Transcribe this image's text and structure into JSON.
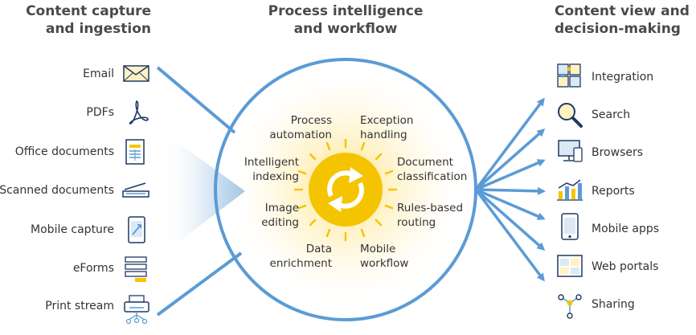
{
  "headers": {
    "left": [
      "Content capture",
      "and ingestion"
    ],
    "center": [
      "Process intelligence",
      "and workflow"
    ],
    "right": [
      "Content view and",
      "decision-making"
    ]
  },
  "inputs": [
    {
      "label": "Email",
      "icon": "envelope-icon"
    },
    {
      "label": "PDFs",
      "icon": "pdf-icon"
    },
    {
      "label": "Office documents",
      "icon": "document-icon"
    },
    {
      "label": "Scanned documents",
      "icon": "scanner-icon"
    },
    {
      "label": "Mobile capture",
      "icon": "mobile-capture-icon"
    },
    {
      "label": "eForms",
      "icon": "eform-icon"
    },
    {
      "label": "Print stream",
      "icon": "printer-icon"
    }
  ],
  "processes": [
    [
      "Process",
      "automation"
    ],
    [
      "Exception",
      "handling"
    ],
    [
      "Intelligent",
      "indexing"
    ],
    [
      "Document",
      "classification"
    ],
    [
      "Image",
      "editing"
    ],
    [
      "Rules-based",
      "routing"
    ],
    [
      "Data",
      "enrichment"
    ],
    [
      "Mobile",
      "workflow"
    ]
  ],
  "outputs": [
    {
      "label": "Integration",
      "icon": "puzzle-icon"
    },
    {
      "label": "Search",
      "icon": "magnifier-icon"
    },
    {
      "label": "Browsers",
      "icon": "browser-devices-icon"
    },
    {
      "label": "Reports",
      "icon": "report-chart-icon"
    },
    {
      "label": "Mobile apps",
      "icon": "mobile-app-icon"
    },
    {
      "label": "Web portals",
      "icon": "web-portal-icon"
    },
    {
      "label": "Sharing",
      "icon": "share-network-icon"
    }
  ],
  "colors": {
    "blue": "#5b9bd5",
    "yellow": "#f5c400",
    "navy": "#1f3864"
  }
}
